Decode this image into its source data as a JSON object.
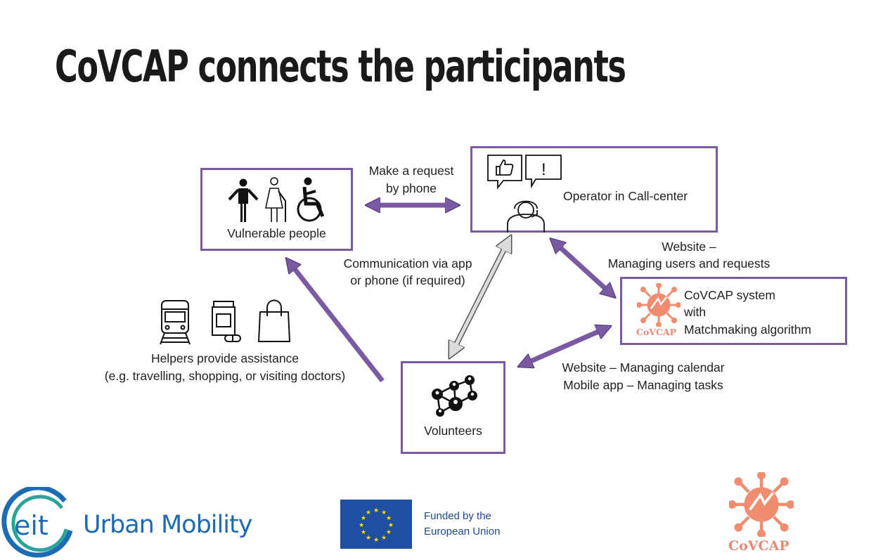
{
  "title": "CoVCAP connects the participants",
  "nodes": {
    "vulnerable": "Vulnerable people",
    "operator": "Operator in Call-center",
    "system": [
      "CoVCAP system",
      "with",
      "Matchmaking algorithm"
    ],
    "volunteers": "Volunteers"
  },
  "edges": {
    "request": [
      "Make a request",
      "by phone"
    ],
    "communication": [
      "Communication via app",
      "or phone (if required)"
    ],
    "website_users": [
      "Website –",
      "Managing users and requests"
    ],
    "website_calendar": [
      "Website – Managing calendar",
      "Mobile app – Managing tasks"
    ],
    "helpers": [
      "Helpers provide assistance",
      "(e.g. travelling, shopping, or visiting doctors)"
    ]
  },
  "icons": {
    "operator_bubbles": [
      "thumbs-up-icon",
      "exclamation-icon"
    ],
    "operator_exclamation": "!",
    "helpers": [
      "train-icon",
      "medicine-icon",
      "shopping-bag-icon"
    ]
  },
  "logos": {
    "eit_mark": "eit",
    "eit_text": "Urban Mobility",
    "eu_text": [
      "Funded by the",
      "European Union"
    ],
    "covcap_small": "CoVCAP",
    "covcap_large": "CoVCAP"
  },
  "colors": {
    "box_border": "#7a5aa2",
    "arrow_purple": "#7a5aa2",
    "arrow_gray": "#d0d0d0",
    "covcap_orange": "#f08c70",
    "eit_blue": "#1d6bb3",
    "eit_green": "#2aa39b",
    "eu_blue": "#1f4fa0",
    "eu_star": "#ffdd00"
  }
}
